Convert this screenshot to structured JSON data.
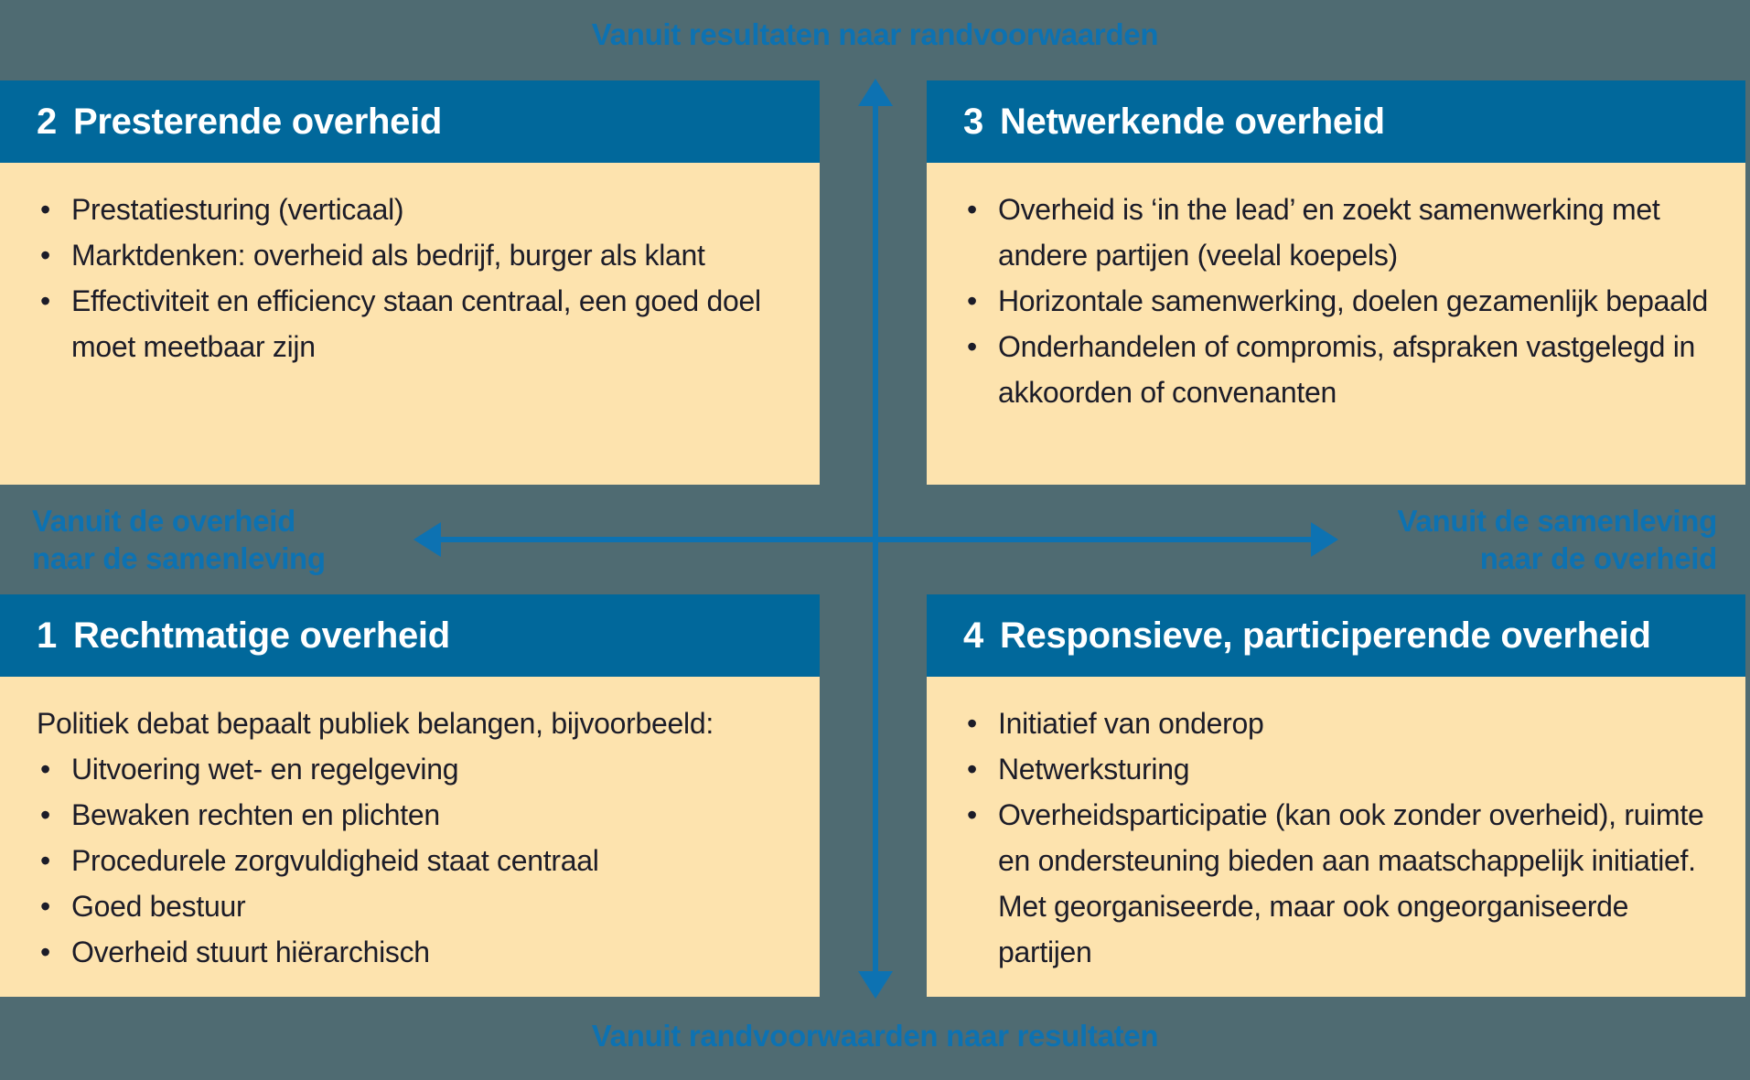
{
  "colors": {
    "background": "#4f6b72",
    "header_blue": "#01689b",
    "panel_cream": "#fde3ae",
    "accent_blue": "#0d72b2",
    "header_text": "#ffffff",
    "body_text": "#1c1c28"
  },
  "axes": {
    "top": "Vanuit resultaten naar randvoorwaarden",
    "bottom": "Vanuit randvoorwaarden naar resultaten",
    "left_line1": "Vanuit de overheid",
    "left_line2": "naar de samenleving",
    "right_line1": "Vanuit de samenleving",
    "right_line2": "naar de overheid"
  },
  "quadrants": {
    "q2": {
      "number": "2",
      "title": "Presterende overheid",
      "bullets": [
        "Prestatiesturing (verticaal)",
        "Marktdenken: overheid als bedrijf, burger als klant",
        "Effectiviteit en efficiency staan centraal, een goed doel moet meetbaar zijn"
      ]
    },
    "q3": {
      "number": "3",
      "title": "Netwerkende overheid",
      "bullets": [
        "Overheid is ‘in the lead’ en zoekt samenwerking met andere partijen (veelal koepels)",
        "Horizontale samenwerking, doelen gezamenlijk bepaald",
        "Onderhandelen of compromis, afspraken vastgelegd in akkoorden of convenanten"
      ]
    },
    "q1": {
      "number": "1",
      "title": "Rechtmatige overheid",
      "intro": "Politiek debat bepaalt publiek belangen, bijvoorbeeld:",
      "bullets": [
        "Uitvoering wet- en regelgeving",
        "Bewaken rechten en plichten",
        "Procedurele zorgvuldigheid staat centraal",
        "Goed bestuur",
        "Overheid stuurt hiërarchisch"
      ]
    },
    "q4": {
      "number": "4",
      "title": "Responsieve, participerende overheid",
      "bullets": [
        "Initiatief van onderop",
        "Netwerksturing",
        "Overheidsparticipatie (kan ook zonder overheid), ruimte en ondersteuning bieden aan maatschappelijk initiatief. Met georganiseerde, maar ook ongeorganiseerde partijen"
      ]
    }
  }
}
